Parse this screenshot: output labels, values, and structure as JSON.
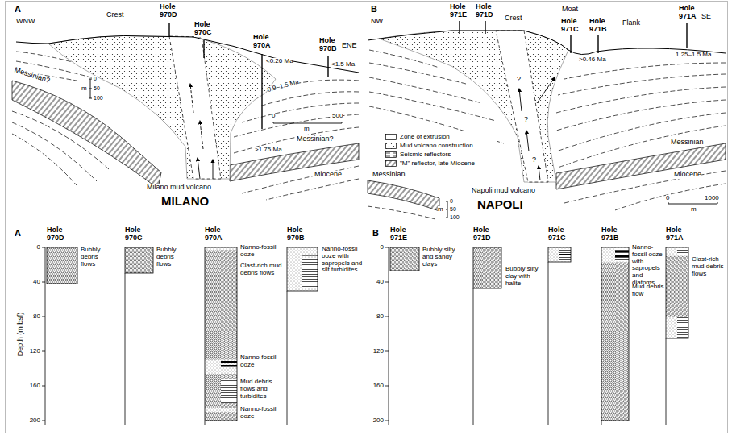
{
  "diagram": {
    "labels": [
      "A",
      "WNW",
      "Crest",
      "Hole 970D",
      "Hole 970C",
      "Hole 970A",
      "Hole 970B",
      "ENE",
      "<0.26 Ma",
      "<1.5 Ma",
      "0.9–1.5 Ma",
      "Messinian?",
      "m",
      "0",
      "50",
      "100",
      "0",
      "500",
      "m",
      ">1.75 Ma",
      "Messinian?",
      "Miocene",
      "Milano mud volcano",
      "MILANO",
      "B",
      "NW",
      "Hole 971E",
      "Hole 971D",
      "Crest",
      "Moat",
      "Hole 971C",
      "Hole 971B",
      "Flank",
      "Hole 971A",
      "SE",
      ">0.46 Ma",
      "1.25–1.5 Ma",
      "?",
      "?",
      "?",
      "Messinian",
      "Messinian",
      "Miocene",
      "m",
      "0",
      "50",
      "100",
      "0",
      "1000",
      "m",
      "Napoli mud volcano",
      "NAPOLI",
      "A",
      "Hole 970D",
      "Hole 970C",
      "Hole 970A",
      "Hole 970B",
      "Depth (m bsf)",
      "0",
      "40",
      "80",
      "120",
      "160",
      "200",
      "Bubbly debris flows",
      "Bubbly debris flows",
      "Nanno-fossil ooze",
      "Clast-rich mud debris flows",
      "Nanno-fossil ooze",
      "Mud debris flows and turbidites",
      "Nanno-fossil ooze",
      "Nanno-fossil ooze with sapropels and silt turbidites",
      "B",
      "Hole 971E",
      "Hole 971D",
      "Hole 971C",
      "Hole 971B",
      "Hole 971A",
      "0",
      "40",
      "80",
      "120",
      "160",
      "200",
      "Bubbly silty and sandy clays",
      "Bubbly silty clay with halite",
      "Nanno-fossil ooze with sapropels and diatoms",
      "Mud debris flow",
      "Clast-rich mud debris flows"
    ],
    "legend": [
      {
        "text": "Zone of extrusion",
        "color": "#ffffff"
      },
      {
        "text": "Mud volcano construction"
      },
      {
        "text": "Seismic reflectors"
      },
      {
        "text": "\"M\" reflector, late Miocene"
      }
    ]
  }
}
